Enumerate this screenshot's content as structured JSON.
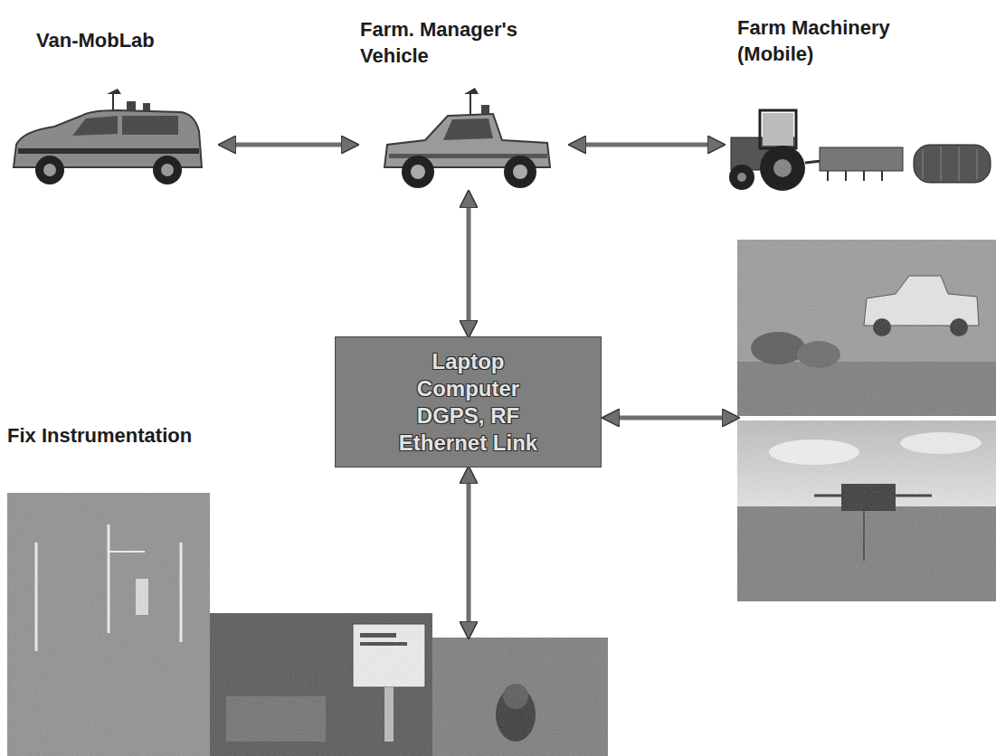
{
  "diagram": {
    "nodes": [
      {
        "text": [
          "Van-MobLab"
        ]
      },
      {
        "text": [
          "Farm. Manager's Vehicle"
        ]
      },
      {
        "text": [
          "Farm Machinery (Mobile)"
        ]
      },
      {
        "text": [
          "Laptop Computer DGPS, RF Ethernet Link"
        ]
      },
      {
        "text": [
          "Fix Instrumentation"
        ]
      }
    ],
    "edges": [
      {
        "from": 0,
        "to": 1,
        "arrow": "both"
      },
      {
        "from": 1,
        "to": 2,
        "arrow": "both"
      },
      {
        "from": 1,
        "to": 3,
        "arrow": "both"
      },
      {
        "from": 3,
        "to": 4,
        "arrow": "both"
      }
    ]
  }
}
